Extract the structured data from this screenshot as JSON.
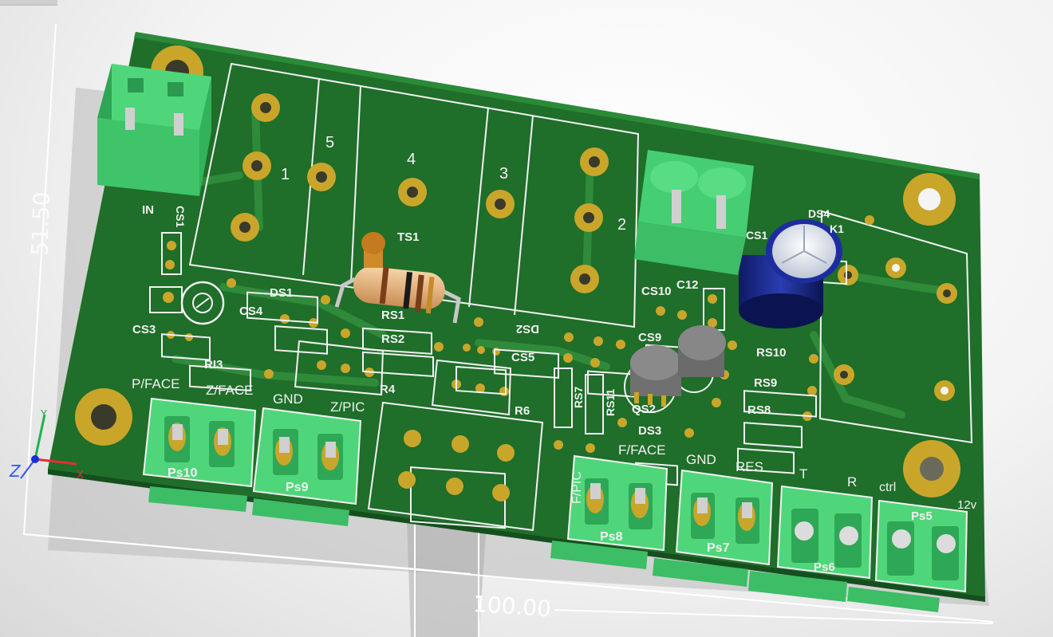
{
  "viewer": {
    "dimension_width": "100.00",
    "dimension_height": "51.50",
    "axis_z": "Z",
    "axis_y": "Y",
    "axis_x": "X"
  },
  "board": {
    "colors": {
      "board": "#1f6e2a",
      "board_edge": "#14501d",
      "pad": "#c9a62a",
      "silk": "#f2f2f2",
      "connector": "#4fd67a"
    },
    "labels": {
      "in": "IN",
      "cs1_top": "CS1",
      "num_1": "1",
      "num_5": "5",
      "num_4": "4",
      "num_3": "3",
      "num_2": "2",
      "ts1": "TS1",
      "ds1": "DS1",
      "cs4": "CS4",
      "rs1": "RS1",
      "ds2": "DS2",
      "cs3": "CS3",
      "rs2": "RS2",
      "cs5": "CS5",
      "r13": "RI3",
      "r4": "R4",
      "r6": "R6",
      "rs7": "RS7",
      "rs11": "RS11",
      "cs10": "CS10",
      "c12": "C12",
      "cs9": "CS9",
      "cs1_right": "CS1",
      "ds4": "DS4",
      "k1": "K1",
      "rs10": "RS10",
      "rs9": "RS9",
      "rs8": "RS8",
      "qs2": "QS2",
      "ds3": "DS3",
      "p_face": "P/FACE",
      "z_face": "Z/FACE",
      "gnd_left": "GND",
      "z_pic": "Z/PIC",
      "ps10": "Ps10",
      "ps9": "Ps9",
      "f_pic": "F/PIC",
      "f_face": "F/FACE",
      "gnd_right": "GND",
      "res": "RES",
      "ps8": "Ps8",
      "ps7": "Ps7",
      "t": "T",
      "r": "R",
      "ctrl": "ctrl",
      "v12": "12v",
      "ps6": "Ps6",
      "ps5": "Ps5"
    }
  }
}
